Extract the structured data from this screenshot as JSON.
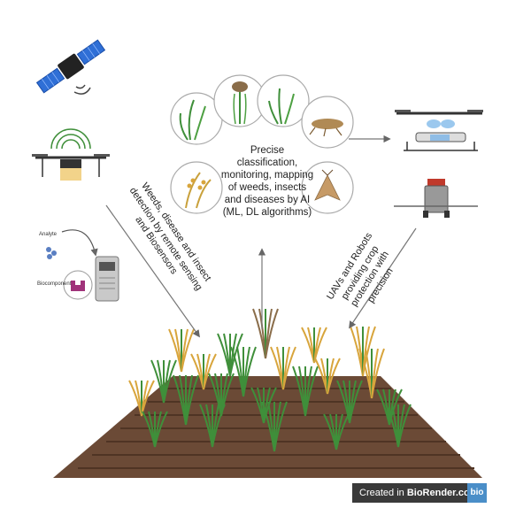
{
  "center_label": "Precise classification, monitoring, mapping of weeds, insects and diseases by AI (ML, DL algorithms)",
  "left_label": "Weeds, disease and insect\ndetection by remote sensing\nand Biosensors",
  "right_label": "UAVs and Robots\nproviding crop\nprotection with\nprecision",
  "biosensor": {
    "analyte_label": "Analyte",
    "biocomponent_label": "Biocomponent"
  },
  "brand": {
    "prefix": "Created in ",
    "name": "BioRender.com",
    "logo": "bio"
  },
  "colors": {
    "soil": "#6b4a36",
    "soil_dark": "#4f3424",
    "plant_green": "#3f8f3a",
    "plant_gold": "#d8a53c",
    "arrow": "#777777"
  },
  "icons": [
    "satellite-icon",
    "sensor-drone-icon",
    "biosensor-device-icon",
    "weed-icon",
    "rice-plant-icon",
    "grass-icon",
    "insect-icon",
    "moth-icon",
    "grain-icon",
    "spray-drone-icon",
    "spray-robot-icon"
  ]
}
